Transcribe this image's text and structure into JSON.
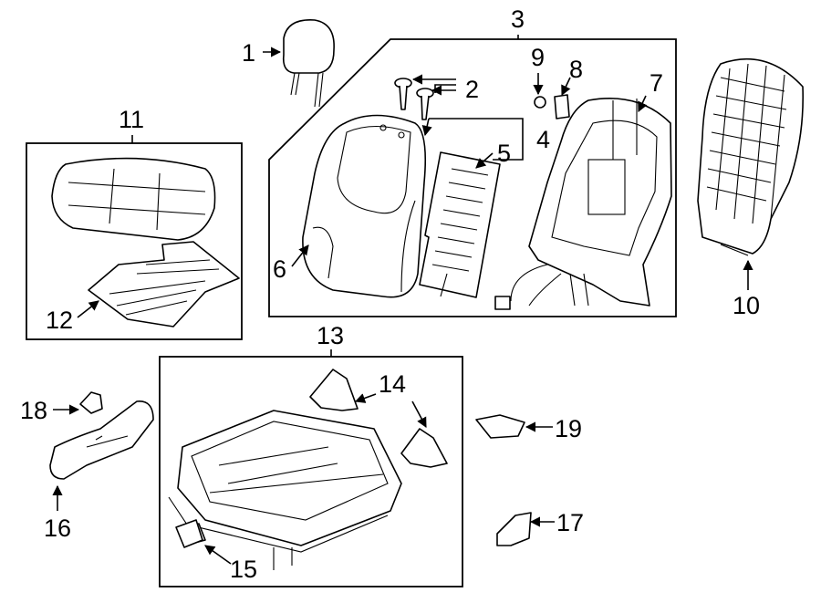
{
  "callouts": {
    "c1": "1",
    "c2": "2",
    "c3": "3",
    "c4": "4",
    "c5": "5",
    "c6": "6",
    "c7": "7",
    "c8": "8",
    "c9": "9",
    "c10": "10",
    "c11": "11",
    "c12": "12",
    "c13": "13",
    "c14": "14",
    "c15": "15",
    "c16": "16",
    "c17": "17",
    "c18": "18",
    "c19": "19"
  },
  "icons": {
    "headrest": "headrest-icon",
    "guide_pin": "guide-pin-icon",
    "seatback_cover": "seatback-cover-icon",
    "seatback_heater": "seatback-heater-icon",
    "seatback_frame": "seatback-frame-icon",
    "seatback_pad": "seatback-pad-icon",
    "cushion": "cushion-icon",
    "cushion_heater": "cushion-heater-icon",
    "seat_track": "seat-track-icon",
    "side_shield": "side-shield-icon"
  }
}
